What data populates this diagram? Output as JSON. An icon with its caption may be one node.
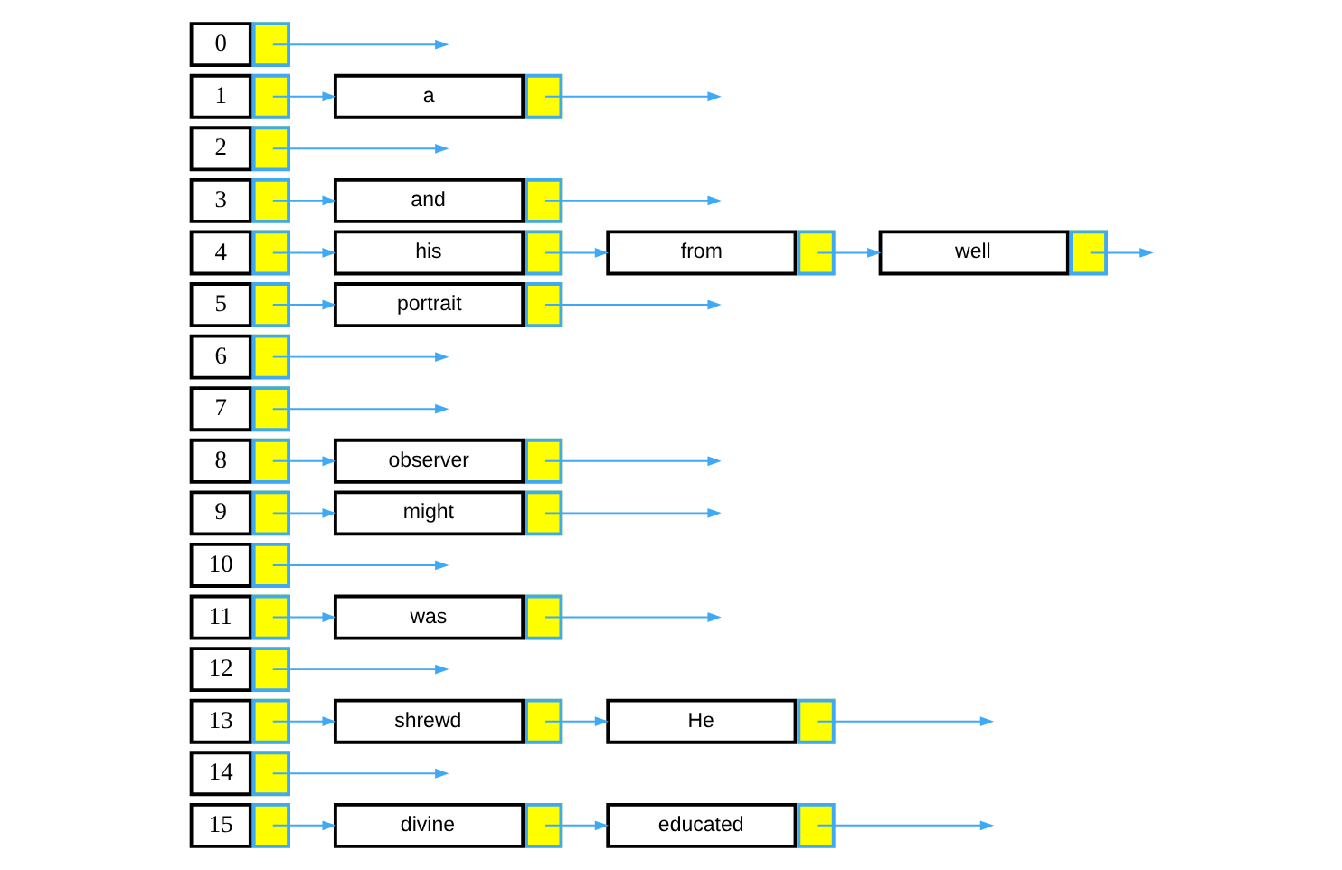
{
  "diagram": {
    "nodes": [
      {
        "text": [
          "0"
        ]
      },
      {
        "text": [
          "1"
        ]
      },
      {
        "text": [
          "2"
        ]
      },
      {
        "text": [
          "3"
        ]
      },
      {
        "text": [
          "4"
        ]
      },
      {
        "text": [
          "5"
        ]
      },
      {
        "text": [
          "6"
        ]
      },
      {
        "text": [
          "7"
        ]
      },
      {
        "text": [
          "8"
        ]
      },
      {
        "text": [
          "9"
        ]
      },
      {
        "text": [
          "10"
        ]
      },
      {
        "text": [
          "11"
        ]
      },
      {
        "text": [
          "12"
        ]
      },
      {
        "text": [
          "13"
        ]
      },
      {
        "text": [
          "14"
        ]
      },
      {
        "text": [
          "15"
        ]
      },
      {
        "text": [
          "a"
        ]
      },
      {
        "text": [
          "and"
        ]
      },
      {
        "text": [
          "his"
        ]
      },
      {
        "text": [
          "from"
        ]
      },
      {
        "text": [
          "well"
        ]
      },
      {
        "text": [
          "portrait"
        ]
      },
      {
        "text": [
          "observer"
        ]
      },
      {
        "text": [
          "might"
        ]
      },
      {
        "text": [
          "was"
        ]
      },
      {
        "text": [
          "shrewd"
        ]
      },
      {
        "text": [
          "He"
        ]
      },
      {
        "text": [
          "divine"
        ]
      },
      {
        "text": [
          "educated"
        ]
      }
    ],
    "edges": [
      {
        "from": 0,
        "to": null,
        "arrow": "to"
      },
      {
        "from": 1,
        "to": 16,
        "arrow": "to"
      },
      {
        "from": 16,
        "to": null,
        "arrow": "to"
      },
      {
        "from": 2,
        "to": null,
        "arrow": "to"
      },
      {
        "from": 3,
        "to": 17,
        "arrow": "to"
      },
      {
        "from": 17,
        "to": null,
        "arrow": "to"
      },
      {
        "from": 4,
        "to": 18,
        "arrow": "to"
      },
      {
        "from": 18,
        "to": 19,
        "arrow": "to"
      },
      {
        "from": 19,
        "to": 20,
        "arrow": "to"
      },
      {
        "from": 20,
        "to": null,
        "arrow": "to"
      },
      {
        "from": 5,
        "to": 21,
        "arrow": "to"
      },
      {
        "from": 21,
        "to": null,
        "arrow": "to"
      },
      {
        "from": 6,
        "to": null,
        "arrow": "to"
      },
      {
        "from": 7,
        "to": null,
        "arrow": "to"
      },
      {
        "from": 8,
        "to": 22,
        "arrow": "to"
      },
      {
        "from": 22,
        "to": null,
        "arrow": "to"
      },
      {
        "from": 9,
        "to": 23,
        "arrow": "to"
      },
      {
        "from": 23,
        "to": null,
        "arrow": "to"
      },
      {
        "from": 10,
        "to": null,
        "arrow": "to"
      },
      {
        "from": 11,
        "to": 24,
        "arrow": "to"
      },
      {
        "from": 24,
        "to": null,
        "arrow": "to"
      },
      {
        "from": 12,
        "to": null,
        "arrow": "to"
      },
      {
        "from": 13,
        "to": 25,
        "arrow": "to"
      },
      {
        "from": 25,
        "to": 26,
        "arrow": "to"
      },
      {
        "from": 26,
        "to": null,
        "arrow": "to"
      },
      {
        "from": 14,
        "to": null,
        "arrow": "to"
      },
      {
        "from": 15,
        "to": 27,
        "arrow": "to"
      },
      {
        "from": 27,
        "to": 28,
        "arrow": "to"
      },
      {
        "from": 28,
        "to": null,
        "arrow": "to"
      }
    ]
  }
}
